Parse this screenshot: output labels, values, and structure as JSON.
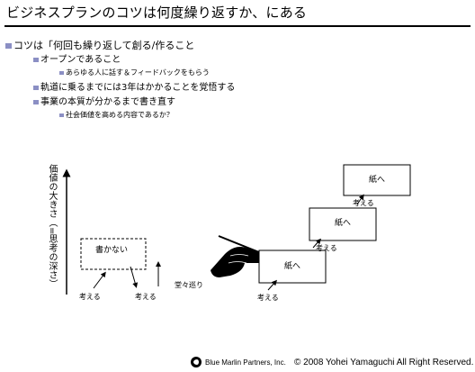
{
  "title": "ビジネスプランのコツは何度繰り返すか、にある",
  "bullets": {
    "main": "コツは「何回も繰り返して創る/作ること",
    "sub1": "オープンであること",
    "sub1_detail": "あらゆる人に話す＆フィードバックをもらう",
    "sub2": "軌道に乗るまでには3年はかかることを覚悟する",
    "sub3": "事業の本質が分かるまで書き直す",
    "sub3_detail": "社会価値を高める内容であるか？"
  },
  "diagram": {
    "y_axis_label": "価値の大きさ（=思考の深さ）",
    "box_cannot_write": "書かない",
    "label_think_1": "考える",
    "label_think_2": "考える",
    "label_think_3": "考える",
    "label_think_4": "考える",
    "label_think_5": "考える",
    "label_going_in_circles": "堂々巡り",
    "paper_1": "紙へ",
    "paper_2": "紙へ",
    "paper_3": "紙へ"
  },
  "footer": {
    "company": "Blue Marlin Partners, Inc.",
    "copyright": "© 2008 Yohei Yamaguchi All Right Reserved."
  }
}
